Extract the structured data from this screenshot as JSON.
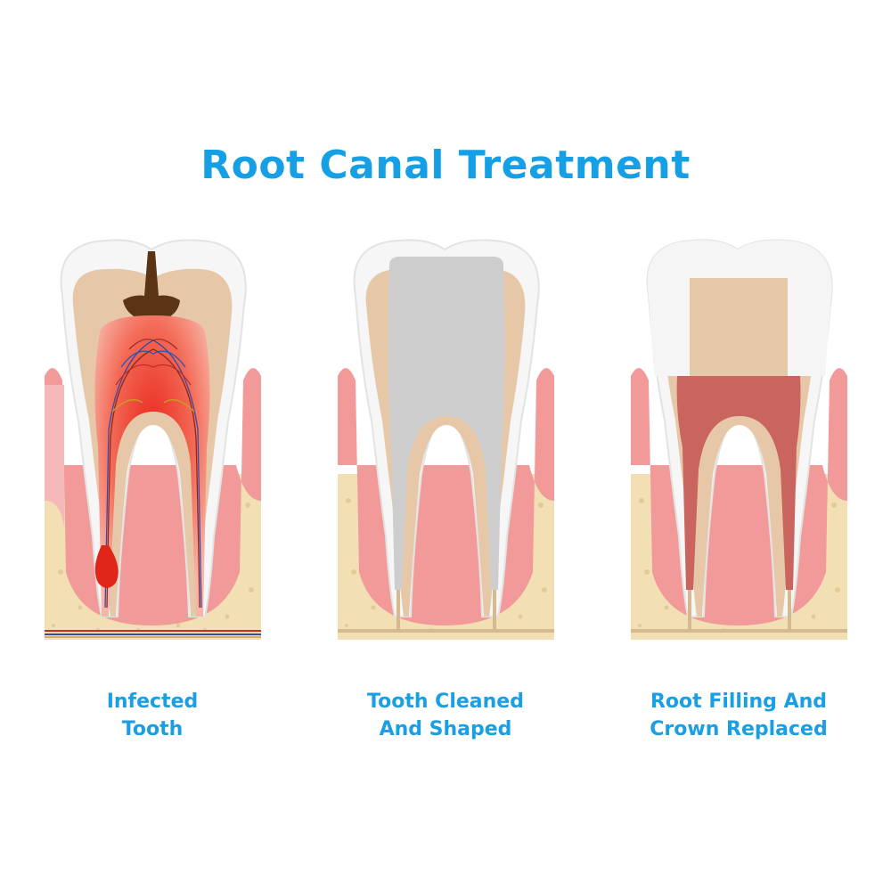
{
  "title": "Root Canal Treatment",
  "stages": [
    {
      "caption": [
        "Infected",
        "Tooth"
      ]
    },
    {
      "caption": [
        "Tooth Cleaned",
        "And Shaped"
      ]
    },
    {
      "caption": [
        "Root Filling And",
        "Crown Replaced"
      ]
    }
  ],
  "colors": {
    "title_text": "#15a0e6",
    "caption_text": "#1a9fe4",
    "enamel": "#f6f6f6",
    "dentin": "#e6c8a8",
    "gum": "#f29a9a",
    "bone": "#f2dfb4",
    "decay": "#5b3416",
    "infected_pulp": "#f05a4a",
    "cleaned_canal": "#cdcdcd",
    "root_filling": "#c9645f",
    "crown": "#f5f5f5"
  },
  "icons": [
    "infected-tooth-illustration",
    "cleaned-tooth-illustration",
    "filled-tooth-illustration"
  ]
}
